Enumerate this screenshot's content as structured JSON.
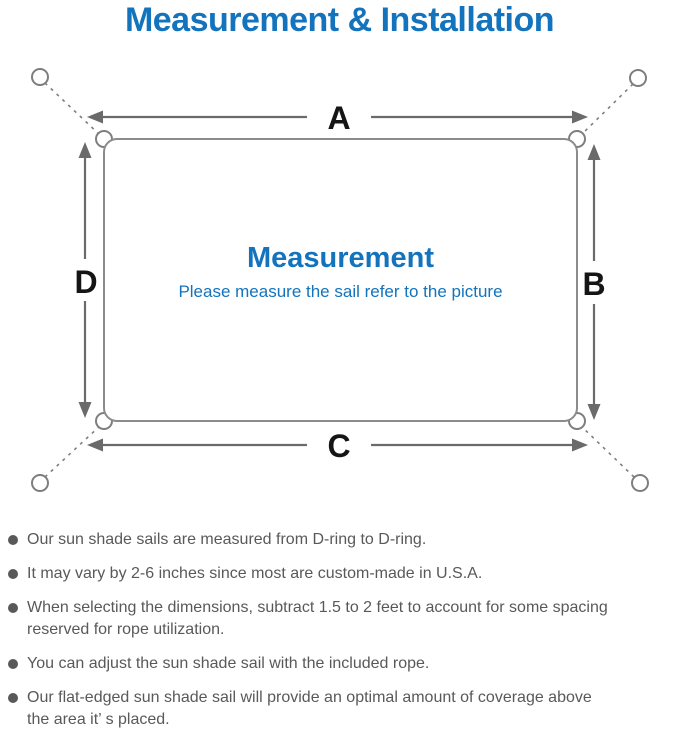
{
  "title": "Measurement & Installation",
  "colors": {
    "accent_blue": "#1373bd",
    "line_gray": "#7e7e7e",
    "arrow_gray": "#6a6a6a",
    "label_black": "#151515",
    "text_gray": "#59595b"
  },
  "diagram": {
    "labels": {
      "top": "A",
      "right": "B",
      "bottom": "C",
      "left": "D"
    },
    "center_title": "Measurement",
    "center_subtitle": "Please measure the sail refer to the picture"
  },
  "notes": [
    {
      "text": "Our sun shade sails are measured from D-ring to D-ring."
    },
    {
      "text": "It may vary by 2-6 inches since most are custom-made in U.S.A."
    },
    {
      "text": "When selecting the dimensions, subtract 1.5 to 2 feet to account for some spacing\nreserved for rope utilization."
    },
    {
      "text": "You can adjust the sun shade sail with the included rope."
    },
    {
      "text": "Our flat-edged sun shade sail will provide an optimal amount of coverage above\nthe area it’ s placed."
    }
  ]
}
